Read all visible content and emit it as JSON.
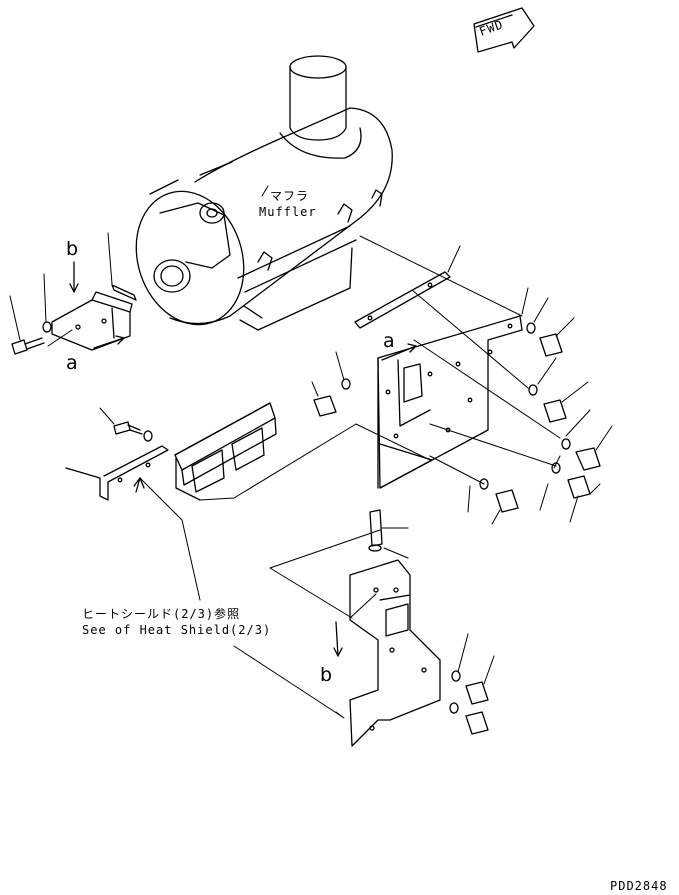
{
  "diagram": {
    "fwd_label": "FWD",
    "muffler_jp": "マフラ",
    "muffler_en": "Muffler",
    "callout_a_left": "a",
    "callout_b_top": "b",
    "callout_a_right": "a",
    "callout_b_bottom": "b",
    "ref_jp": "ヒートシールド(2/3)参照",
    "ref_en": "See of Heat Shield(2/3)",
    "drawing_number": "PDD2848"
  },
  "colors": {
    "line": "#000000",
    "background": "#ffffff"
  }
}
